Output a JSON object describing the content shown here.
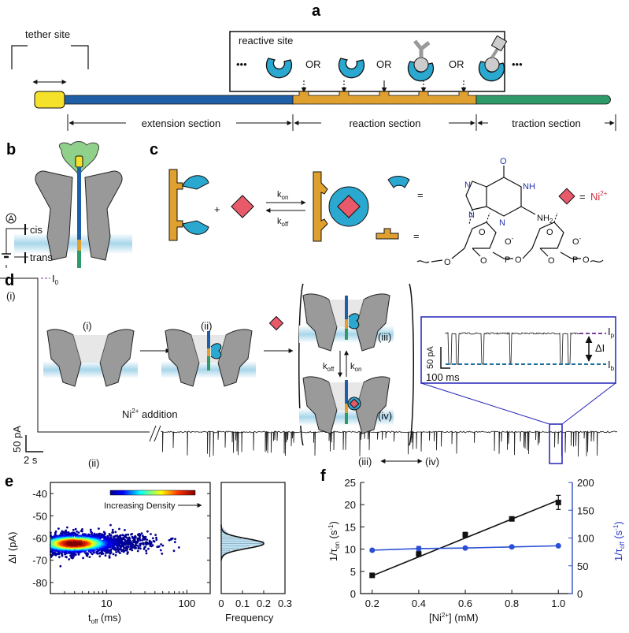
{
  "panels": {
    "a": "a",
    "b": "b",
    "c": "c",
    "d": "d",
    "e": "e",
    "f": "f"
  },
  "panel_a": {
    "reactive_site": "reactive site",
    "ellipsis": "•••",
    "or": "OR",
    "tether_site": "tether site",
    "sections": [
      "extension section",
      "reaction section",
      "traction section"
    ]
  },
  "panel_b": {
    "ammeter": "A",
    "cis": "cis",
    "trans": "trans"
  },
  "panel_c": {
    "plus": "+",
    "k_on": "k",
    "k_on_sub": "on",
    "k_off": "k",
    "k_off_sub": "off",
    "equals": "=",
    "ion": "Ni",
    "ion_sup": "2+",
    "atoms": {
      "O": "O",
      "N": "N",
      "NH": "NH",
      "NH2": "NH",
      "NH2_sub": "2",
      "Ominus": "O",
      "minus": "-",
      "P": "P"
    }
  },
  "panel_d": {
    "I0": "I",
    "I0_sub": "0",
    "states": [
      "(i)",
      "(ii)",
      "(iii)",
      "(iv)"
    ],
    "scale_current": "50 pA",
    "scale_time": "2 s",
    "ni_addition": "Ni",
    "ni_addition_sup": "2+",
    "ni_addition_rest": " addition",
    "koff": "k",
    "koff_sub": "off",
    "kon": "k",
    "kon_sub": "on",
    "inset": {
      "scale_current": "50 pA",
      "scale_time": "100 ms",
      "Ip": "I",
      "Ip_sub": "p",
      "Ib": "I",
      "Ib_sub": "b",
      "delta": "ΔI"
    },
    "colors": {
      "box": "#2222bb",
      "Ip_line": "#7a3fa0",
      "Ib_line": "#1f6f9f"
    }
  },
  "chart_data": [
    {
      "id": "e-scatter",
      "type": "scatter",
      "title": "",
      "xlabel": "t",
      "xlabel_sub": "off",
      "xlabel_rest": " (ms)",
      "ylabel": "ΔI (pA)",
      "xscale": "log",
      "xlim": [
        2,
        195
      ],
      "ylim": [
        -85,
        -35
      ],
      "xticks": [
        10,
        100
      ],
      "xtick_labels": [
        "10",
        "100"
      ],
      "yticks": [
        -40,
        -50,
        -60,
        -70,
        -80
      ],
      "ytick_labels": [
        "-40",
        "-50",
        "-60",
        "-70",
        "-80"
      ],
      "colorbar_label": "Increasing Density",
      "density_center": {
        "t_off_ms": 4,
        "delta_I_pA": -62.5
      },
      "t_off_range_ms": [
        2,
        90
      ],
      "delta_I_range_pA": [
        -70,
        -50
      ]
    },
    {
      "id": "e-histogram",
      "type": "bar",
      "orientation": "horizontal",
      "xlabel": "Frequency",
      "xlim": [
        0,
        0.3
      ],
      "xticks": [
        0,
        0.1,
        0.2,
        0.3
      ],
      "xtick_labels": [
        "0",
        "0.1",
        "0.2",
        "0.3"
      ],
      "ylim": [
        -85,
        -35
      ],
      "gaussian_fit": {
        "mean": -62.5,
        "peak": 0.2,
        "sigma": 2.2
      },
      "bins": [
        -68,
        -67,
        -66,
        -65,
        -64,
        -63,
        -62,
        -61,
        -60,
        -59,
        -58,
        -57,
        -56
      ],
      "values": [
        0.01,
        0.02,
        0.04,
        0.08,
        0.13,
        0.19,
        0.2,
        0.15,
        0.09,
        0.05,
        0.03,
        0.02,
        0.01
      ]
    },
    {
      "id": "f-rates",
      "type": "scatter",
      "xlabel": "[Ni",
      "xlabel_sup": "2+",
      "xlabel_rest": "] (mM)",
      "ylabel_left": "1/τ",
      "ylabel_left_sub": "on",
      "ylabel_left_rest": " (s",
      "ylabel_left_sup": "-1",
      "ylabel_left_end": ")",
      "ylabel_right": "1/τ",
      "ylabel_right_sub": "off",
      "ylabel_right_rest": " (s",
      "ylabel_right_sup": "-1",
      "ylabel_right_end": ")",
      "x": [
        0.2,
        0.4,
        0.6,
        0.8,
        1.0
      ],
      "xlim": [
        0.15,
        1.06
      ],
      "xtick_labels": [
        "0.2",
        "0.4",
        "0.6",
        "0.8",
        "1.0"
      ],
      "ylim_left": [
        0,
        25
      ],
      "ytick_labels_left": [
        "0",
        "5",
        "10",
        "15",
        "20",
        "25"
      ],
      "ylim_right": [
        0,
        200
      ],
      "ytick_labels_right": [
        "0",
        "50",
        "100",
        "150",
        "200"
      ],
      "series": [
        {
          "name": "1/τon",
          "axis": "left",
          "color": "#111111",
          "marker": "square",
          "values": [
            4.1,
            8.9,
            13.2,
            16.8,
            20.5
          ],
          "errors": [
            0.4,
            0.5,
            0.6,
            0.3,
            1.6
          ],
          "fit": [
            4.0,
            21.0
          ]
        },
        {
          "name": "1/τoff",
          "axis": "right",
          "color": "#2a4fd6",
          "marker": "circle",
          "values": [
            78,
            81,
            82,
            84,
            86
          ],
          "errors": [
            2,
            4,
            2,
            2,
            2
          ]
        }
      ]
    }
  ],
  "colors": {
    "tether": "#f5e02a",
    "extension": "#1f5fa8",
    "reaction": "#e0a030",
    "traction": "#2e9a6a",
    "receptor": "#2aa8d0",
    "ion": "#e85a6a",
    "membrane": "#bfe0ee",
    "pore": "#9a9a9a",
    "cap": "#8fd08a"
  }
}
